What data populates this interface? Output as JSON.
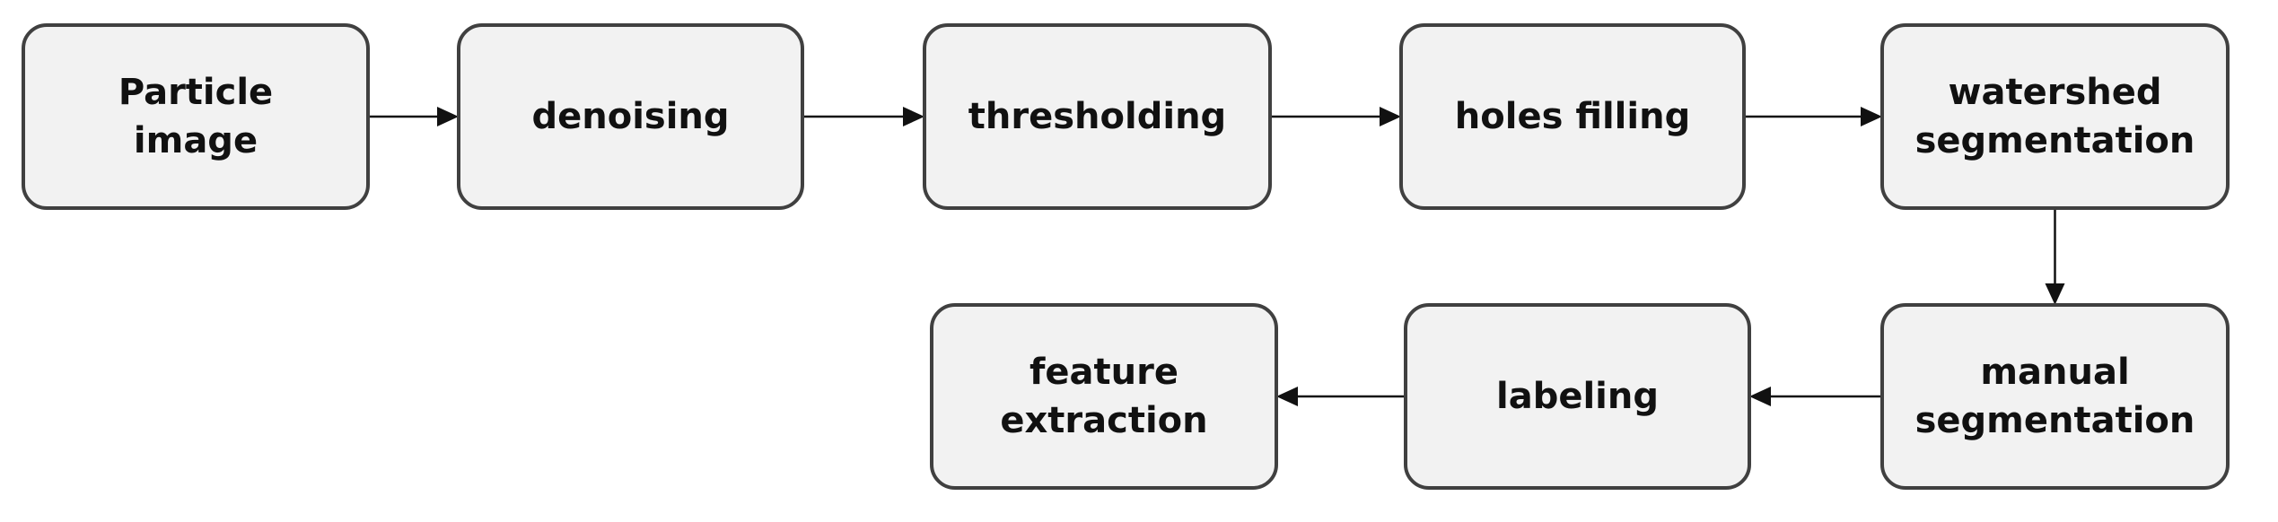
{
  "diagram": {
    "type": "flowchart",
    "nodes": [
      {
        "id": "particle-image",
        "lines": [
          "Particle",
          "image"
        ]
      },
      {
        "id": "denoising",
        "lines": [
          "denoising"
        ]
      },
      {
        "id": "thresholding",
        "lines": [
          "thresholding"
        ]
      },
      {
        "id": "holes-filling",
        "lines": [
          "holes filling"
        ]
      },
      {
        "id": "watershed-segmentation",
        "lines": [
          "watershed",
          "segmentation"
        ]
      },
      {
        "id": "manual-segmentation",
        "lines": [
          "manual",
          "segmentation"
        ]
      },
      {
        "id": "labeling",
        "lines": [
          "labeling"
        ]
      },
      {
        "id": "feature-extraction",
        "lines": [
          "feature",
          "extraction"
        ]
      }
    ],
    "edges": [
      {
        "from": "particle-image",
        "to": "denoising"
      },
      {
        "from": "denoising",
        "to": "thresholding"
      },
      {
        "from": "thresholding",
        "to": "holes-filling"
      },
      {
        "from": "holes-filling",
        "to": "watershed-segmentation"
      },
      {
        "from": "watershed-segmentation",
        "to": "manual-segmentation"
      },
      {
        "from": "manual-segmentation",
        "to": "labeling"
      },
      {
        "from": "labeling",
        "to": "feature-extraction"
      }
    ]
  }
}
